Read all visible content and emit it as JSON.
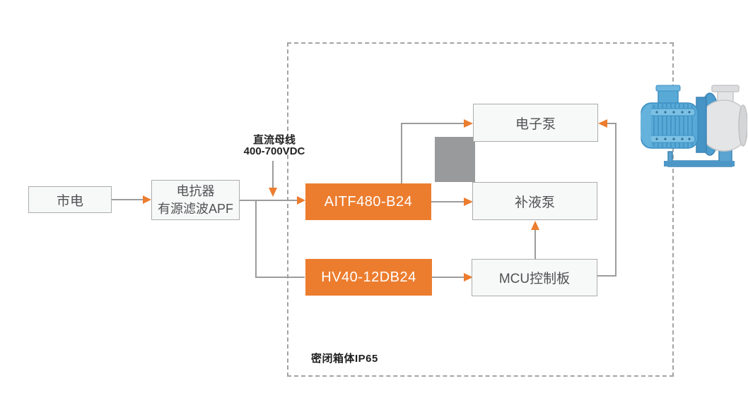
{
  "diagram_title": "pump-drive-power-system-block-diagram",
  "nodes": {
    "mains": {
      "label": "市电"
    },
    "reactor": {
      "line1": "电抗器",
      "line2": "有源滤波APF"
    },
    "aitf": {
      "label": "AITF480-B24"
    },
    "hv40": {
      "label": "HV40-12DB24"
    },
    "epump": {
      "label": "电子泵"
    },
    "fpump": {
      "label": "补液泵"
    },
    "mcu": {
      "label": "MCU控制板"
    }
  },
  "labels": {
    "dc_bus_title": "直流母线",
    "dc_bus_voltage": "400-700VDC",
    "enclosure": "密闭箱体IP65"
  },
  "connections": [
    {
      "from": "mains",
      "to": "reactor",
      "arrow": true
    },
    {
      "from": "reactor",
      "to": "aitf",
      "arrow": true,
      "note": "DC bus 400-700VDC"
    },
    {
      "from": "reactor",
      "to": "hv40",
      "arrow": false
    },
    {
      "from": "aitf",
      "to": "epump",
      "arrow": true
    },
    {
      "from": "aitf",
      "to": "fpump",
      "arrow": true
    },
    {
      "from": "hv40",
      "to": "mcu",
      "arrow": true
    },
    {
      "from": "mcu",
      "to": "fpump",
      "arrow": true
    },
    {
      "from": "mcu",
      "to": "epump",
      "arrow": true
    }
  ],
  "colors": {
    "accent_orange": "#ec7d2f",
    "line_gray": "#9c9c9c",
    "box_fill": "#f7f8f8",
    "box_border": "#acacac",
    "box_text": "#4f5254",
    "bold_label_text": "#1f1f1f",
    "gray_block": "#999a9b",
    "enclosure_dash": "#a4a4a4",
    "pump_blue": "#58a9d6",
    "pump_blue_dark": "#3d8fc2",
    "pump_casing_gray": "#e4e5e7"
  }
}
